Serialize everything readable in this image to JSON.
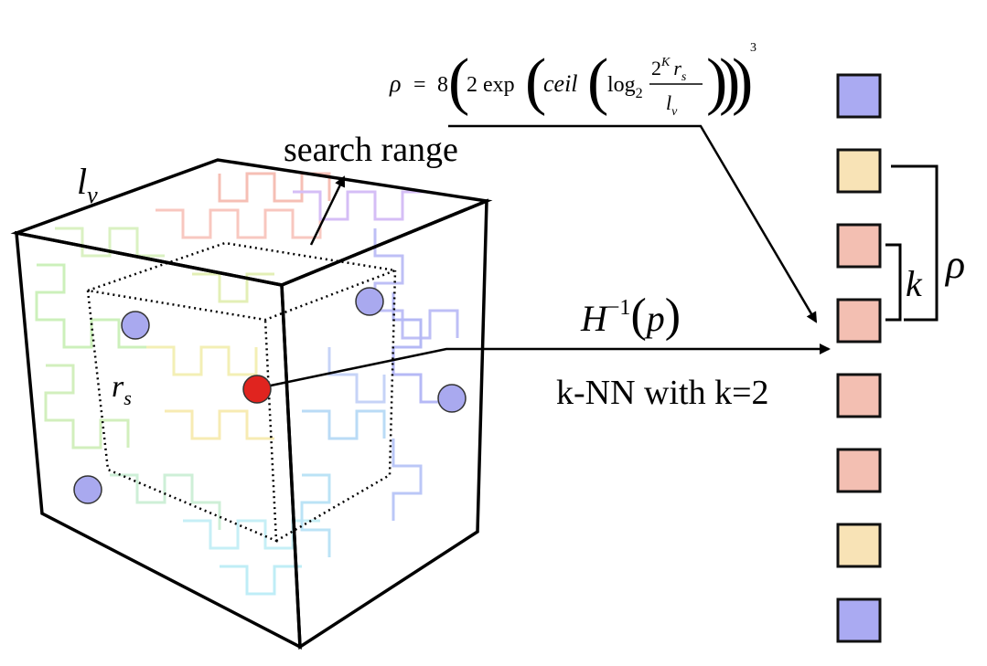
{
  "labels": {
    "lv": "l",
    "lv_sub": "v",
    "rs": "r",
    "rs_sub": "s",
    "search_range": "search range",
    "h_inverse_base": "H",
    "h_inverse_sup": "−1",
    "h_inverse_arg": "p",
    "knn": "k-NN with k=2",
    "k_bracket": "k",
    "rho_bracket": "ρ"
  },
  "formula": {
    "rho": "ρ",
    "eq": "=",
    "eight": "8",
    "two": "2",
    "exp": "exp",
    "ceil": "ceil",
    "log": "log",
    "log_sub": "2",
    "num_base": "2",
    "num_sup": "K",
    "num_r": "r",
    "num_r_sub": "s",
    "den_l": "l",
    "den_l_sub": "v",
    "cube": "3"
  },
  "colors": {
    "query_point": "#e0241f",
    "neighbor_point": "#a9a9ef",
    "blue_cell": "#aaaaf2",
    "yellow_cell": "#f8e3b6",
    "pink_cell": "#f3bfb2"
  },
  "cells": [
    {
      "color_key": "blue_cell"
    },
    {
      "color_key": "yellow_cell"
    },
    {
      "color_key": "pink_cell"
    },
    {
      "color_key": "pink_cell"
    },
    {
      "color_key": "pink_cell"
    },
    {
      "color_key": "pink_cell"
    },
    {
      "color_key": "yellow_cell"
    },
    {
      "color_key": "blue_cell"
    }
  ]
}
